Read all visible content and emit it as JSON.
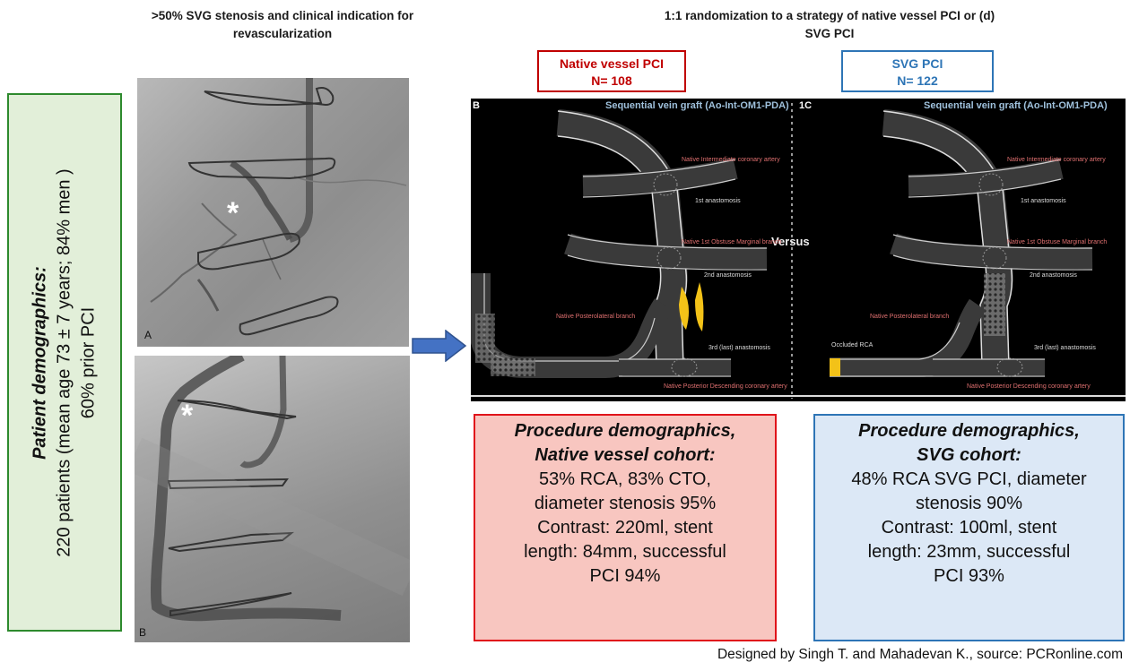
{
  "headings": {
    "left": ">50% SVG stenosis and clinical indication for revascularization",
    "right": "1:1 randomization to a strategy of native vessel PCI or (d) SVG PCI"
  },
  "arms": {
    "native": {
      "label": "Native vessel PCI",
      "n": "N= 108",
      "color": "#c00000"
    },
    "svg": {
      "label": "SVG PCI",
      "n": "N= 122",
      "color": "#2e75b6"
    }
  },
  "patient_demographics": {
    "title": "Patient demographics:",
    "line1": "220 patients (mean age 73 ± 7 years; 84% men )",
    "line2": "60% prior PCI",
    "border_color": "#2d8a2d",
    "background": "#e2efd9"
  },
  "angiograms": {
    "a": {
      "label": "A",
      "marker": "*"
    },
    "b": {
      "label": "B",
      "marker": "*"
    }
  },
  "schematic": {
    "left_panel_label": "B",
    "right_panel_label": "1C",
    "graft_title": "Sequential vein graft (Ao-Int-OM1-PDA)",
    "versus": "Versus",
    "labels": {
      "intermediate": "Native Intermediate coronary artery",
      "anast1": "1st anastomosis",
      "om1": "Native 1st Obstuse Marginal  branch",
      "anast2": "2nd anastomosis",
      "posterolateral": "Native Posterolateral branch",
      "anast3": "3rd (last) anastomosis",
      "pda": "Native Posterior Descending coronary artery",
      "occluded": "Occluded RCA"
    }
  },
  "procedures": {
    "native": {
      "title1": "Procedure demographics,",
      "title2": "Native vessel cohort:",
      "lines": [
        "53% RCA, 83% CTO,",
        "diameter stenosis 95%",
        "Contrast: 220ml, stent",
        "length: 84mm, successful",
        "PCI 94%"
      ]
    },
    "svg": {
      "title1": "Procedure demographics,",
      "title2": "SVG cohort:",
      "lines": [
        "48% RCA SVG PCI, diameter",
        "stenosis 90%",
        "Contrast: 100ml, stent",
        "length: 23mm, successful",
        "PCI 93%"
      ]
    }
  },
  "credit": "Designed by Singh T. and Mahadevan K., source: PCRonline.com"
}
